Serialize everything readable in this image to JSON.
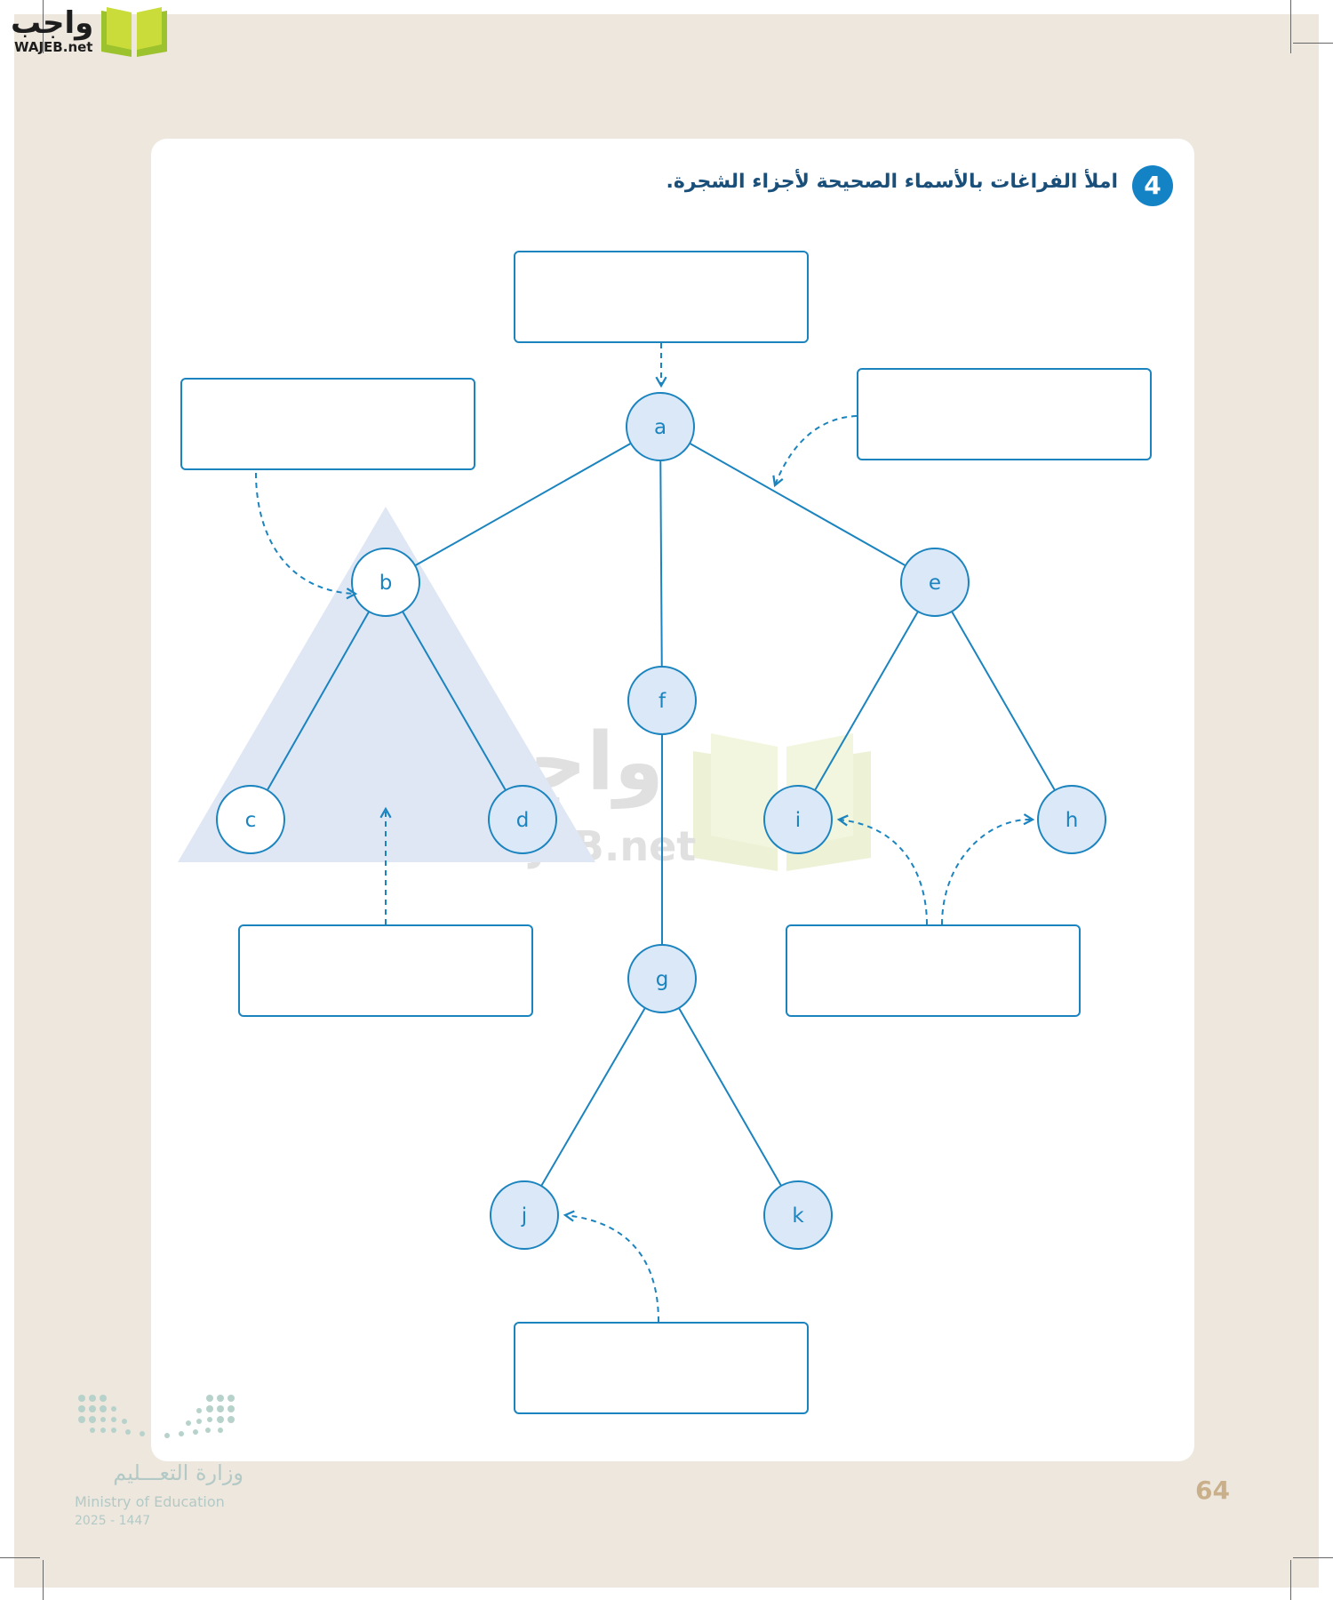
{
  "site_logo": {
    "arabic": "واجب",
    "latin": "WAJEB.net"
  },
  "task": {
    "number": "4",
    "instruction": "املأ الفراغات بالأسماء الصحيحة لأجزاء الشجرة."
  },
  "tree": {
    "nodes": [
      "a",
      "b",
      "c",
      "d",
      "e",
      "f",
      "g",
      "h",
      "i",
      "j",
      "k"
    ],
    "edges": [
      [
        "a",
        "b"
      ],
      [
        "a",
        "f"
      ],
      [
        "a",
        "e"
      ],
      [
        "b",
        "c"
      ],
      [
        "b",
        "d"
      ],
      [
        "f",
        "g"
      ],
      [
        "e",
        "i"
      ],
      [
        "e",
        "h"
      ],
      [
        "g",
        "j"
      ],
      [
        "g",
        "k"
      ]
    ],
    "answer_boxes": [
      "",
      "",
      "",
      "",
      "",
      ""
    ]
  },
  "watermark": {
    "arabic": "واجب",
    "latin": "WAJEB.net"
  },
  "ministry": {
    "arabic": "وزارة التعـــليم",
    "english": "Ministry of Education",
    "year": "2025 - 1447"
  },
  "page_number": "64",
  "colors": {
    "accent": "#1b84bf",
    "node_fill": "#dbe8f7",
    "subtree": "#dfe7f5",
    "page_bg": "#eee7dd"
  }
}
